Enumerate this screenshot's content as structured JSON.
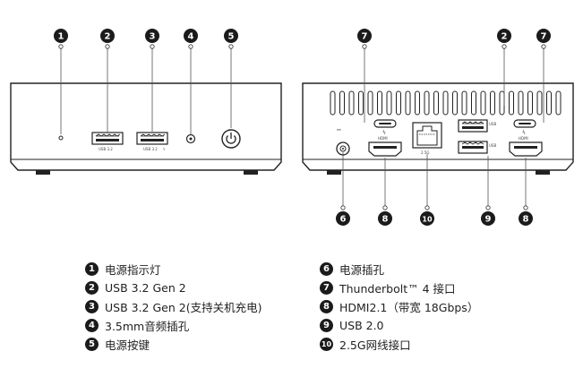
{
  "front_callouts": [
    "1",
    "2",
    "3",
    "4",
    "5"
  ],
  "rear_callouts_top": [
    "7",
    "2",
    "7"
  ],
  "rear_callouts_bottom": [
    "6",
    "8",
    "10",
    "9",
    "8"
  ],
  "port_labels": {
    "usb_a_1": "USB 3.2",
    "usb_a_2": "USB 3.2",
    "hdmi_left": "HDMI",
    "hdmi_right": "HDMI",
    "lan": "2.5G",
    "usb_rear_top": "USB",
    "usb_rear_bottom": "USB"
  },
  "legend_left": [
    {
      "num": "1",
      "label": "电源指示灯"
    },
    {
      "num": "2",
      "label": "USB 3.2 Gen 2"
    },
    {
      "num": "3",
      "label": "USB 3.2 Gen 2(支持关机充电)"
    },
    {
      "num": "4",
      "label": "3.5mm音频插孔"
    },
    {
      "num": "5",
      "label": "电源按键"
    }
  ],
  "legend_right": [
    {
      "num": "6",
      "label": "电源插孔"
    },
    {
      "num": "7",
      "label": "Thunderbolt™ 4 接口"
    },
    {
      "num": "8",
      "label": "HDMI2.1（带宽 18Gbps）"
    },
    {
      "num": "9",
      "label": "USB 2.0"
    },
    {
      "num": "10",
      "label": "2.5G网线接口"
    }
  ]
}
